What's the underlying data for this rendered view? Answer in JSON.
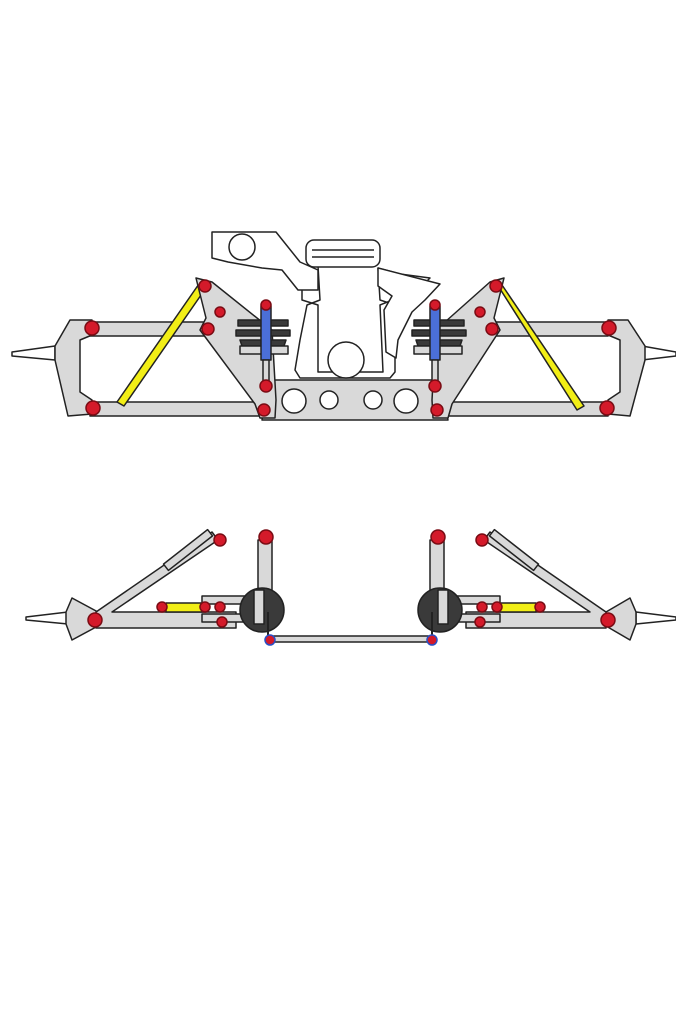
{
  "colors": {
    "background": "#ffffff",
    "outline": "#222222",
    "arm_fill": "#d9d9d9",
    "joint": "#d41a2a",
    "joint_stroke": "#7a0c14",
    "strut": "#f2ee16",
    "shock": "#4b6fd8",
    "dark": "#3a3a3a",
    "blue_ring": "#2a4fc4"
  },
  "views": [
    {
      "name": "front-view",
      "components": [
        "chassis",
        "upper-control-arm",
        "lower-control-arm",
        "upright",
        "shock-absorber",
        "coil-spring",
        "diagonal-strut",
        "axle-stub"
      ]
    },
    {
      "name": "top-view",
      "components": [
        "a-arm",
        "pushrod",
        "rocker",
        "tie-rod",
        "upright",
        "axle-stub"
      ]
    }
  ]
}
